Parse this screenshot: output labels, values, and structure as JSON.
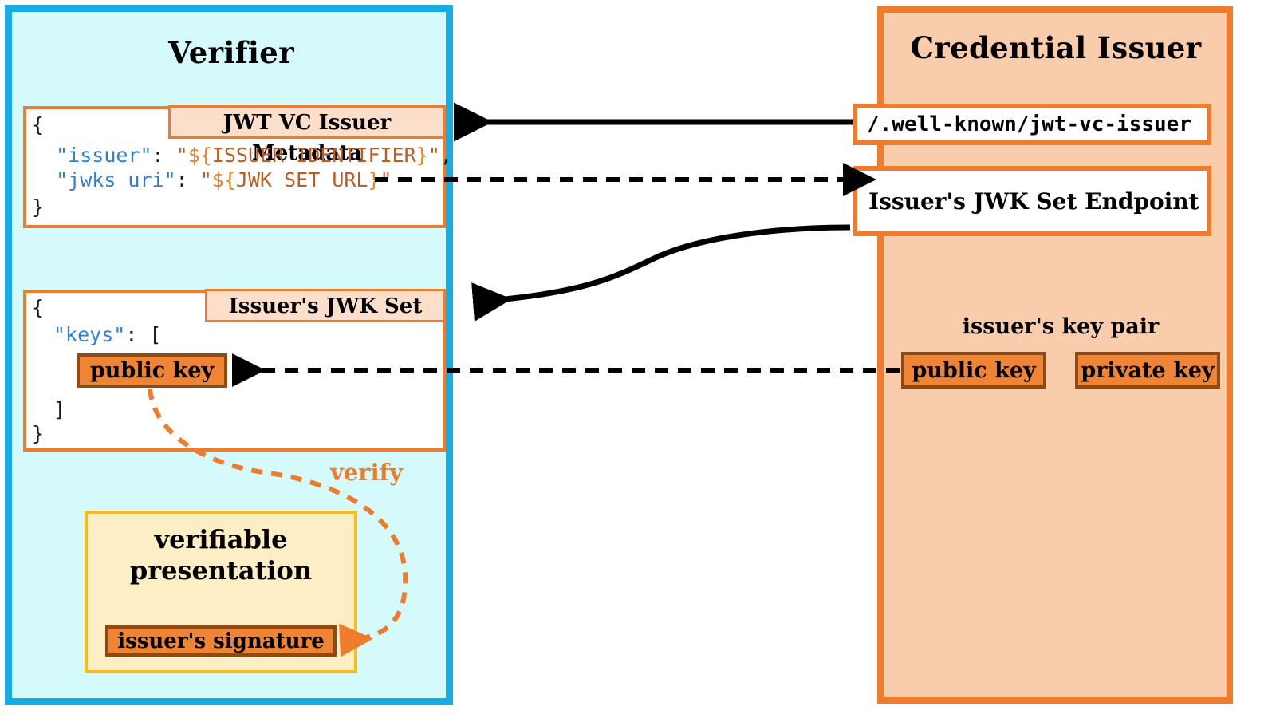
{
  "colors": {
    "verifier_border": "#19ace4",
    "verifier_fill": "#d4fafb",
    "issuer_border": "#ef7c2d",
    "issuer_fill": "#f9cdab",
    "badge_fill": "#fbdfcb",
    "key_chip_fill": "#ef8434",
    "key_chip_border": "#8c4a16",
    "vp_fill": "#fdeec5",
    "vp_border": "#f9bc18",
    "json_key": "#2f7fd4",
    "json_value": "#bc5d25",
    "json_template": "#f4801f",
    "verify_label": "#ef7c2d",
    "arrow": "#000000"
  },
  "verifier": {
    "title": "Verifier",
    "metadata_box": {
      "badge": "JWT VC Issuer Metadata",
      "lines": [
        {
          "open": "{"
        },
        {
          "indent": "  ",
          "key": "\"issuer\"",
          "colon": ": ",
          "quote_open": "\"",
          "tmpl_open": "${",
          "tmpl_text": "ISSUER IDENTIFIER",
          "tmpl_close": "}",
          "quote_close": "\"",
          "trail": ","
        },
        {
          "indent": "  ",
          "key": "\"jwks_uri\"",
          "colon": ": ",
          "quote_open": "\"",
          "tmpl_open": "${",
          "tmpl_text": "JWK SET URL",
          "tmpl_close": "}",
          "quote_close": "\"",
          "trail": ""
        },
        {
          "close": "}"
        }
      ]
    },
    "jwkset_box": {
      "badge": "Issuer's JWK Set",
      "line_open": "{",
      "line_keys": "\"keys\"",
      "line_keys_suffix": ": [",
      "line_array_close": "]",
      "line_close": "}",
      "public_key_chip": "public key"
    },
    "verify_label": "verify",
    "verifiable_presentation": {
      "label_line1": "verifiable",
      "label_line2": "presentation",
      "signature_chip": "issuer's signature"
    }
  },
  "issuer": {
    "title": "Credential Issuer",
    "wellknown_endpoint": "/.well-known/jwt-vc-issuer",
    "jwkset_endpoint": "Issuer's JWK Set Endpoint",
    "key_pair_label": "issuer's key pair",
    "public_key_chip": "public key",
    "private_key_chip": "private key"
  },
  "arrows": [
    {
      "name": "wellknown-to-metadata",
      "style": "solid",
      "direction": "right-to-left"
    },
    {
      "name": "jwksuri-to-endpoint",
      "style": "dashed",
      "direction": "left-to-right"
    },
    {
      "name": "endpoint-to-jwkset",
      "style": "solid-curved",
      "direction": "right-to-left"
    },
    {
      "name": "issuer-pubkey-to-verifier-pubkey",
      "style": "dashed",
      "direction": "right-to-left"
    },
    {
      "name": "pubkey-verify-signature",
      "style": "dashed-curved",
      "direction": "down"
    }
  ]
}
